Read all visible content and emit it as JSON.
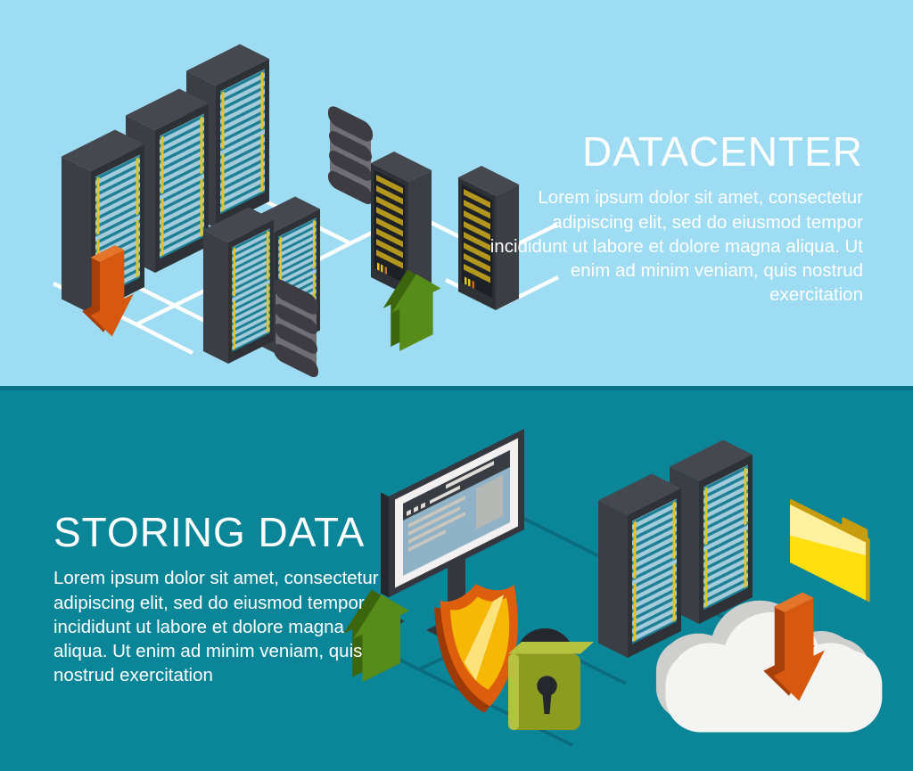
{
  "banners": [
    {
      "id": "datacenter",
      "title": "DATACENTER",
      "description": "Lorem ipsum dolor sit amet, consectetur adipiscing elit, sed do eiusmod tempor incididunt ut labore et dolore magna aliqua. Ut enim ad minim veniam, quis nostrud exercitation",
      "background": "#9edcf3",
      "text_color": "#ffffff",
      "text_align": "right",
      "icons": [
        "server-rack",
        "server-panel-rack",
        "database-stack",
        "download-arrow",
        "upload-arrow",
        "network-lines"
      ]
    },
    {
      "id": "storing-data",
      "title": "STORING DATA",
      "description": "Lorem ipsum dolor sit amet, consectetur adipiscing elit, sed do eiusmod tempor incididunt ut labore et dolore magna aliqua. Ut enim ad minim veniam, quis nostrud exercitation",
      "background": "#0b8598",
      "text_color": "#ffffff",
      "text_align": "left",
      "icons": [
        "monitor-browser",
        "upload-arrow",
        "shield",
        "padlock",
        "server-rack",
        "folder",
        "cloud",
        "download-arrow",
        "network-lines"
      ]
    }
  ],
  "theme": {
    "top_bg": "#9edcf3",
    "bottom_bg": "#0b8598",
    "bottom_edge": "#0c7386",
    "text": "#ffffff",
    "rack_dark": "#2e3237",
    "rack_side": "#3b3f45",
    "rack_top": "#45494f",
    "panel_bg": "#a3cbd9",
    "panel_stripe": "#1e7e96",
    "strip_yellow": "#e3c522",
    "slot_gold": "#b2961e",
    "led_orange": "#cf6a12",
    "db_dark": "#3d3c42",
    "db_light": "#6f6e74",
    "orange": "#d6590f",
    "orange_dark": "#a63f0a",
    "orange_light": "#e4762b",
    "green": "#578c1a",
    "green_dark": "#3c650e",
    "line_white": "#ffffff",
    "line_teal": "#0a6b7d",
    "monitor_frame": "#34383e",
    "monitor_dark": "#24272c",
    "bezel": "#f2f1ef",
    "screen": "#8fb2c6",
    "screen_header": "#383c42",
    "screen_bar": "#dfdcd6",
    "screen_line": "#cbc5bc",
    "screen_block": "#b5b8b4",
    "shield_orange": "#dd5f0e",
    "shield_dark": "#9e3a06",
    "shield_gold": "#f6b705",
    "shield_light": "#fbe27b",
    "lock_green": "#8c9c20",
    "lock_green_light": "#b5c23f",
    "lock_dark": "#24272c",
    "folder_yellow": "#ffdf10",
    "folder_gold": "#c79c0e",
    "folder_light": "#fff1a0",
    "cloud_white": "#f4f4f2",
    "cloud_gray": "#cfcfcd"
  }
}
